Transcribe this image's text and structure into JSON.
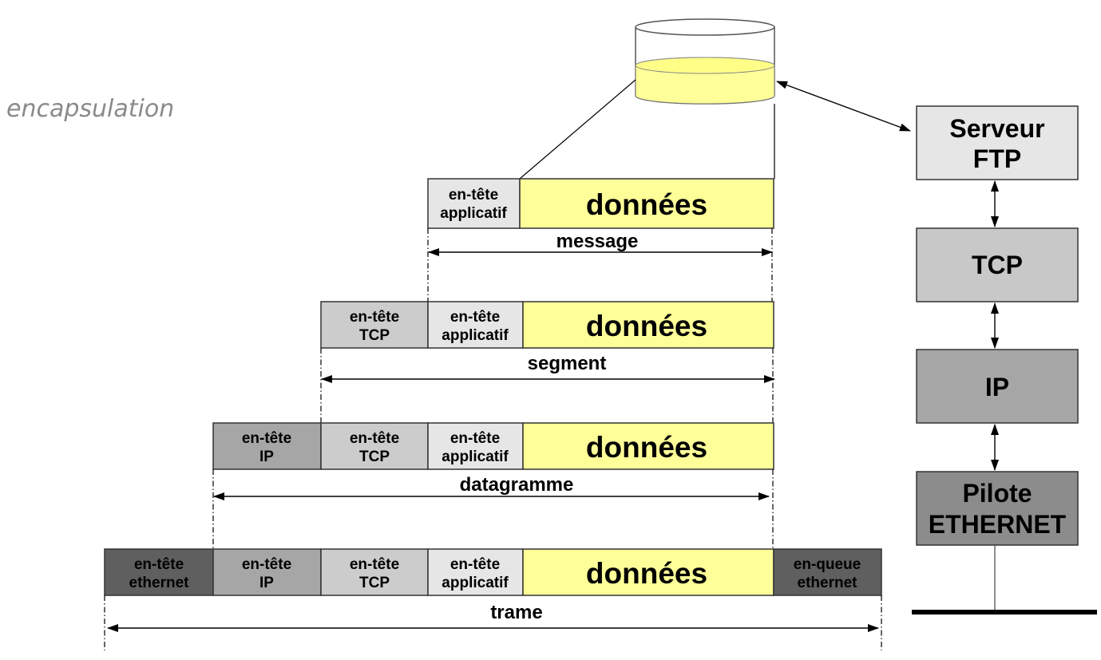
{
  "title": "encapsulation",
  "headers": {
    "applicatif": [
      "en-tête",
      "applicatif"
    ],
    "tcp": [
      "en-tête",
      "TCP"
    ],
    "ip": [
      "en-tête",
      "IP"
    ],
    "ethernet": [
      "en-tête",
      "ethernet"
    ],
    "queue": [
      "en-queue",
      "ethernet"
    ]
  },
  "data_label": "données",
  "units": {
    "message": "message",
    "segment": "segment",
    "datagramme": "datagramme",
    "trame": "trame"
  },
  "stack": {
    "ftp": [
      "Serveur",
      "FTP"
    ],
    "tcp": [
      "TCP"
    ],
    "ip": [
      "IP"
    ],
    "ethernet": [
      "Pilote",
      "ETHERNET"
    ]
  },
  "colors": {
    "data": "#ffff99",
    "applicatif": "#e6e6e6",
    "tcp": "#cccccc",
    "ip": "#a6a6a6",
    "ethernet": "#5f5f5f",
    "stack_ftp": "#e6e6e6",
    "stack_tcp": "#c8c8c8",
    "stack_ip": "#a6a6a6",
    "stack_eth": "#8c8c8c",
    "cylinder_liquid": "#ffff99"
  }
}
